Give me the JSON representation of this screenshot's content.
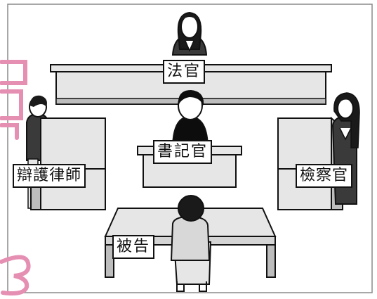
{
  "labels": {
    "judge": "法官",
    "clerk": "書記官",
    "defense_attorney": "辯護律師",
    "prosecutor": "檢察官",
    "defendant": "被告"
  },
  "colors": {
    "desk_fill": "#e6e6e6",
    "desk_shade": "#bdbdbd",
    "outline": "#111111",
    "hair": "#1a1a1a",
    "robe": "#3a3a3a",
    "clerk_shirt": "#0d0d0d",
    "defendant_shirt": "#d8d8d8",
    "decor": "#e58fb3",
    "frame": "#8a8a8a"
  }
}
